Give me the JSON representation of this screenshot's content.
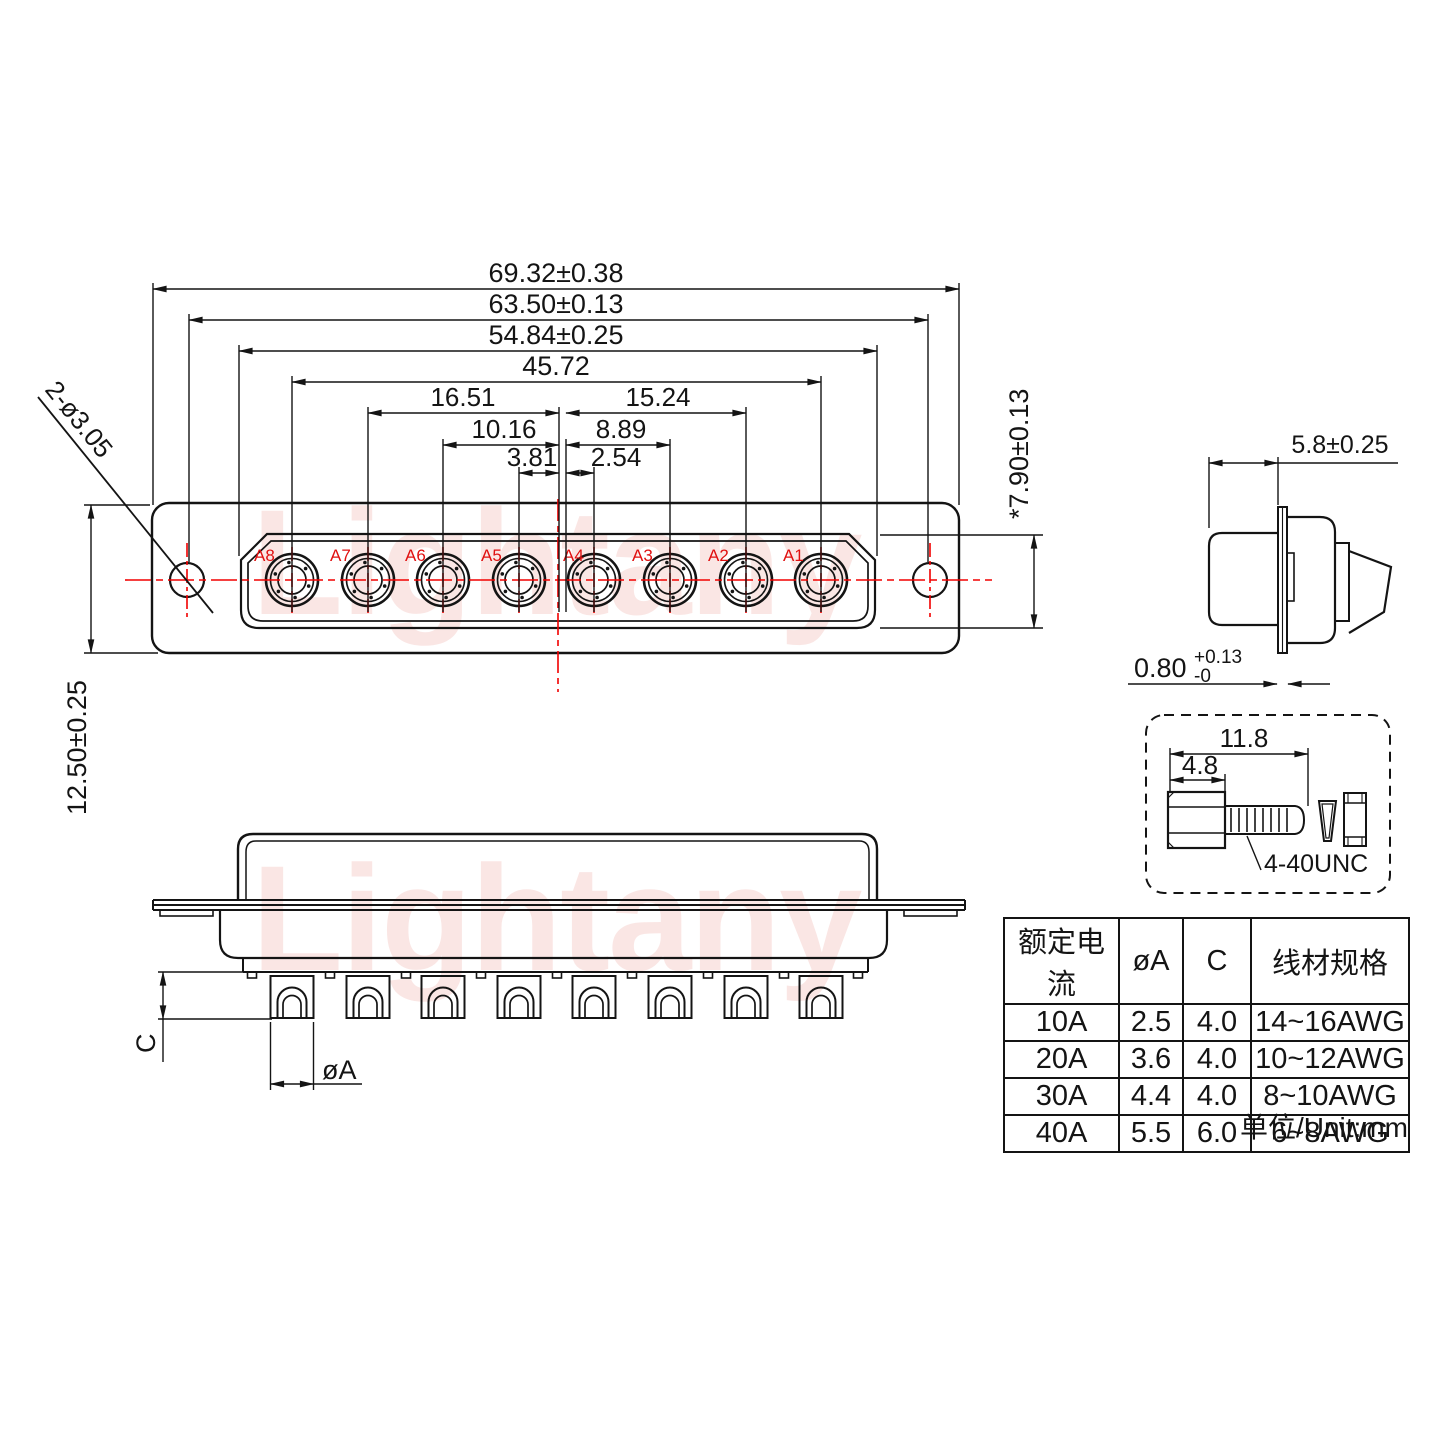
{
  "watermark": {
    "text": "Lightany",
    "color": "#f6cfcb"
  },
  "front_view": {
    "dims": {
      "overall_width": "69.32±0.38",
      "mount_hole_spacing": "63.50±0.13",
      "insert_width": "54.84±0.25",
      "contact_span": "45.72",
      "left_16_51": "16.51",
      "right_15_24": "15.24",
      "left_10_16": "10.16",
      "right_8_89": "8.89",
      "left_3_81": "3.81",
      "right_2_54": "2.54",
      "insert_height": "*7.90±0.13",
      "body_height": "12.50±0.25",
      "mount_hole": "2-ø3.05"
    },
    "contacts": [
      "A8",
      "A7",
      "A6",
      "A5",
      "A4",
      "A3",
      "A2",
      "A1"
    ]
  },
  "side_view": {
    "dims": {
      "front_depth": "5.8±0.25",
      "flange_thickness": "0.80",
      "flange_tol_up": "+0.13",
      "flange_tol_dn": "-0"
    }
  },
  "screw_detail": {
    "dims": {
      "total_length": "11.8",
      "head_length": "4.8"
    },
    "thread_label": "4-40UNC"
  },
  "bottom_view": {
    "dims": {
      "cup_depth": "C",
      "cup_diameter": "øA"
    }
  },
  "spec_table": {
    "headers": [
      "额定电流",
      "øA",
      "C",
      "线材规格"
    ],
    "rows": [
      [
        "10A",
        "2.5",
        "4.0",
        "14~16AWG"
      ],
      [
        "20A",
        "3.6",
        "4.0",
        "10~12AWG"
      ],
      [
        "30A",
        "4.4",
        "4.0",
        "8~10AWG"
      ],
      [
        "40A",
        "5.5",
        "6.0",
        "6~8AWG"
      ]
    ],
    "unit_note": "单位/Unit:mm"
  },
  "colors": {
    "line": "#141414",
    "centerline": "#f20000",
    "pin_label": "#e01010"
  }
}
